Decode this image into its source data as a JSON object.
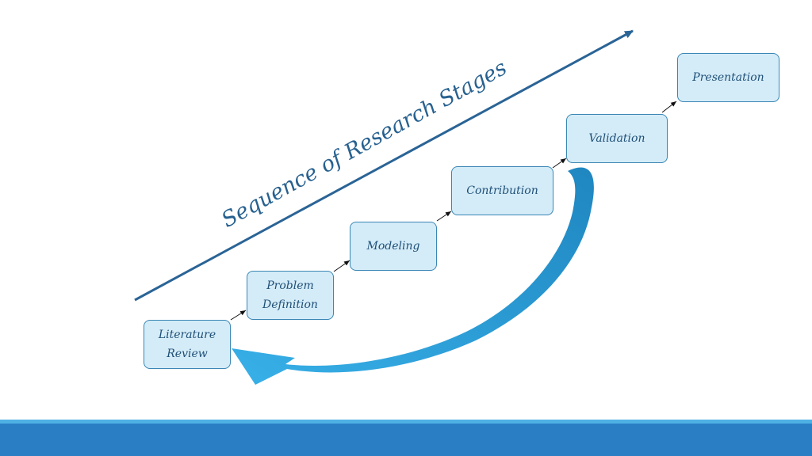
{
  "diagram": {
    "axis_title": "Sequence of Research Stages",
    "stages": [
      {
        "id": "literature-review",
        "label_lines": [
          "Literature",
          "Review"
        ]
      },
      {
        "id": "problem-definition",
        "label_lines": [
          "Problem",
          "Definition"
        ]
      },
      {
        "id": "modeling",
        "label_lines": [
          "Modeling"
        ]
      },
      {
        "id": "contribution",
        "label_lines": [
          "Contribution"
        ]
      },
      {
        "id": "validation",
        "label_lines": [
          "Validation"
        ]
      },
      {
        "id": "presentation",
        "label_lines": [
          "Presentation"
        ]
      }
    ],
    "flow": [
      [
        "literature-review",
        "problem-definition"
      ],
      [
        "problem-definition",
        "modeling"
      ],
      [
        "modeling",
        "contribution"
      ],
      [
        "contribution",
        "validation"
      ],
      [
        "validation",
        "presentation"
      ]
    ],
    "feedback": [
      "validation",
      "literature-review"
    ]
  },
  "colors": {
    "box_fill": "#d4ecf8",
    "box_border": "#3a86b4",
    "text": "#1f4f77",
    "axis_line": "#2a6496",
    "feedback_arrow": "#2a9fd8",
    "footer": "#2a7ec4",
    "footer_accent": "#4fb0e4"
  }
}
